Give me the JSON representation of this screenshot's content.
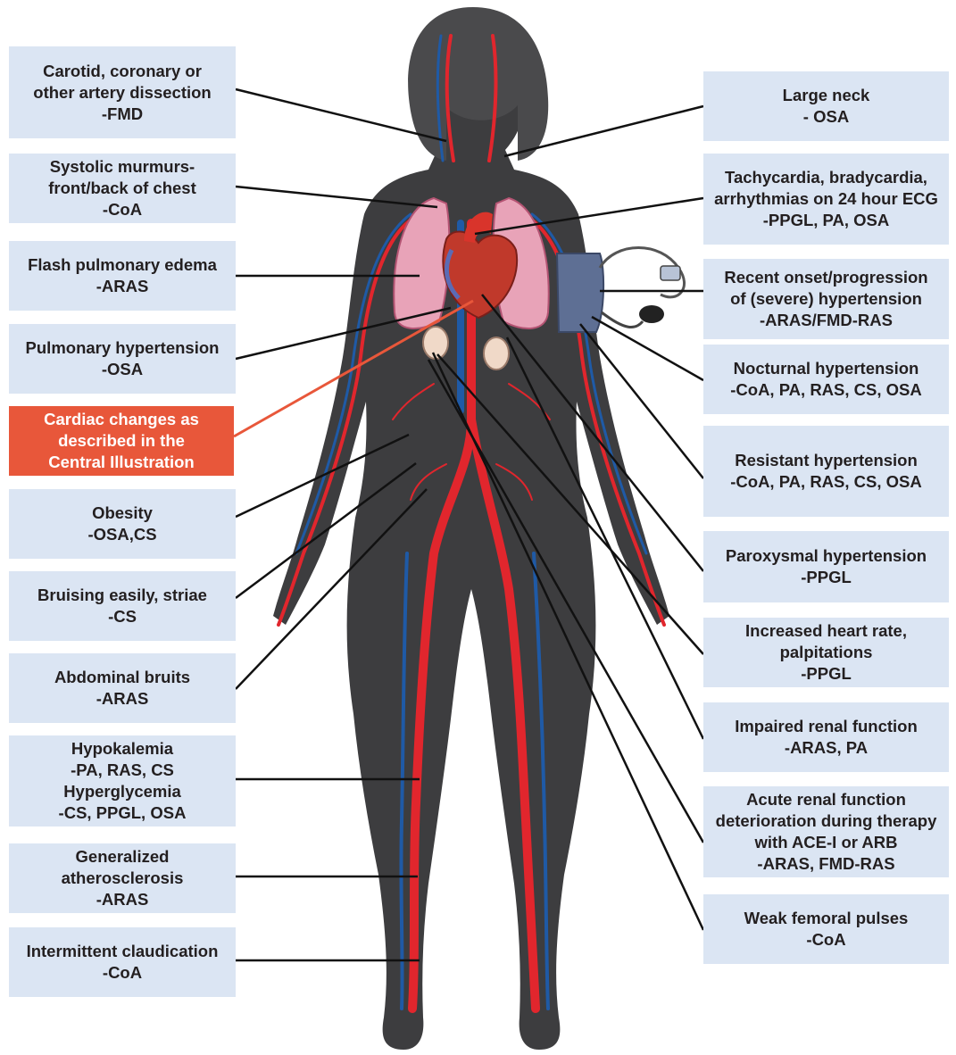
{
  "colors": {
    "box": "#dbe5f3",
    "highlight_box": "#e8573a",
    "body": "#3d3d3f",
    "artery": "#e1262d",
    "vein": "#1f5aa6",
    "leader": "#111111",
    "highlight_leader": "#e8573a"
  },
  "left_labels": [
    {
      "lines": [
        "Carotid, coronary or",
        "other artery dissection",
        "-FMD"
      ]
    },
    {
      "lines": [
        "Systolic murmurs-",
        "front/back of chest",
        "-CoA"
      ]
    },
    {
      "lines": [
        "Flash pulmonary edema",
        "-ARAS"
      ]
    },
    {
      "lines": [
        "Pulmonary hypertension",
        "-OSA"
      ]
    },
    {
      "lines": [
        "Cardiac changes as",
        "described in the",
        "Central Illustration"
      ],
      "highlight": true
    },
    {
      "lines": [
        "Obesity",
        "-OSA,CS"
      ]
    },
    {
      "lines": [
        "Bruising easily, striae",
        "-CS"
      ]
    },
    {
      "lines": [
        "Abdominal bruits",
        "-ARAS"
      ]
    },
    {
      "lines": [
        "Hypokalemia",
        "-PA, RAS, CS",
        "Hyperglycemia",
        "-CS, PPGL, OSA"
      ]
    },
    {
      "lines": [
        "Generalized",
        "atherosclerosis",
        "-ARAS"
      ]
    },
    {
      "lines": [
        "Intermittent claudication",
        "-CoA"
      ]
    }
  ],
  "right_labels": [
    {
      "lines": [
        "Large neck",
        "- OSA"
      ]
    },
    {
      "lines": [
        "Tachycardia, bradycardia,",
        "arrhythmias on 24 hour ECG",
        "-PPGL, PA, OSA"
      ]
    },
    {
      "lines": [
        "Recent onset/progression",
        "of (severe) hypertension",
        "-ARAS/FMD-RAS"
      ]
    },
    {
      "lines": [
        "Nocturnal hypertension",
        "-CoA, PA, RAS, CS, OSA"
      ]
    },
    {
      "lines": [
        "Resistant hypertension",
        "-CoA, PA, RAS, CS, OSA"
      ]
    },
    {
      "lines": [
        "Paroxysmal hypertension",
        "-PPGL"
      ]
    },
    {
      "lines": [
        "Increased heart rate,",
        "palpitations",
        "-PPGL"
      ]
    },
    {
      "lines": [
        "Impaired renal function",
        "-ARAS, PA"
      ]
    },
    {
      "lines": [
        "Acute renal function",
        "deterioration during therapy",
        "with ACE-I or ARB",
        "-ARAS, FMD-RAS"
      ]
    },
    {
      "lines": [
        "Weak femoral pulses",
        "-CoA"
      ]
    }
  ]
}
